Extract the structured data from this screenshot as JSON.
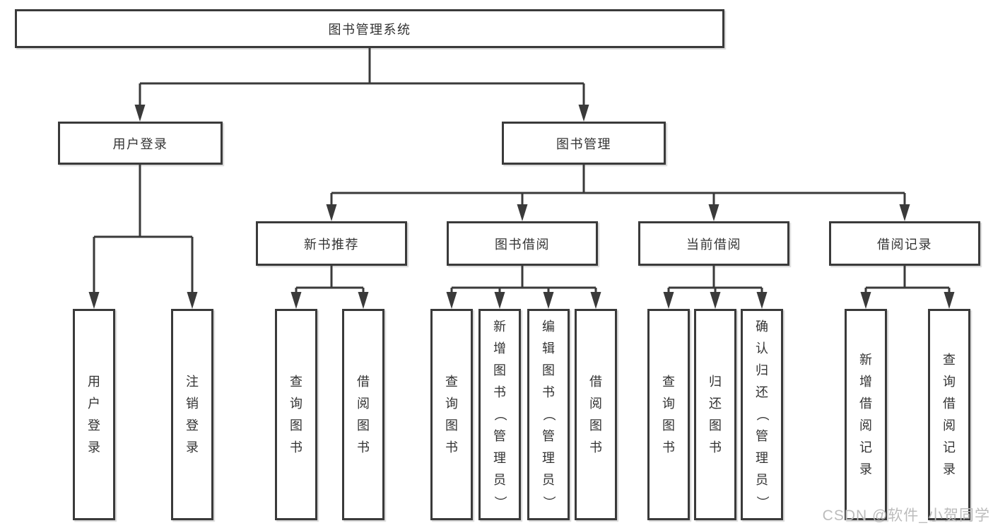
{
  "tree": {
    "root": {
      "label": "图书管理系统",
      "children": [
        {
          "label": "用户登录",
          "children": [
            {
              "label": "用户登录"
            },
            {
              "label": "注销登录"
            }
          ]
        },
        {
          "label": "图书管理",
          "children": [
            {
              "label": "新书推荐",
              "children": [
                {
                  "label": "查询图书"
                },
                {
                  "label": "借阅图书"
                }
              ]
            },
            {
              "label": "图书借阅",
              "children": [
                {
                  "label": "查询图书"
                },
                {
                  "label": "新增图书（管理员）"
                },
                {
                  "label": "编辑图书（管理员）"
                },
                {
                  "label": "借阅图书"
                }
              ]
            },
            {
              "label": "当前借阅",
              "children": [
                {
                  "label": "查询图书"
                },
                {
                  "label": "归还图书"
                },
                {
                  "label": "确认归还（管理员）"
                }
              ]
            },
            {
              "label": "借阅记录",
              "children": [
                {
                  "label": "新增借阅记录"
                },
                {
                  "label": "查询借阅记录"
                }
              ]
            }
          ]
        }
      ]
    }
  },
  "watermark": "CSDN @软件_小贺同学",
  "colors": {
    "line": "#3a3a3a",
    "text": "#333333",
    "watermark": "#bcbcbc",
    "background": "#ffffff"
  }
}
